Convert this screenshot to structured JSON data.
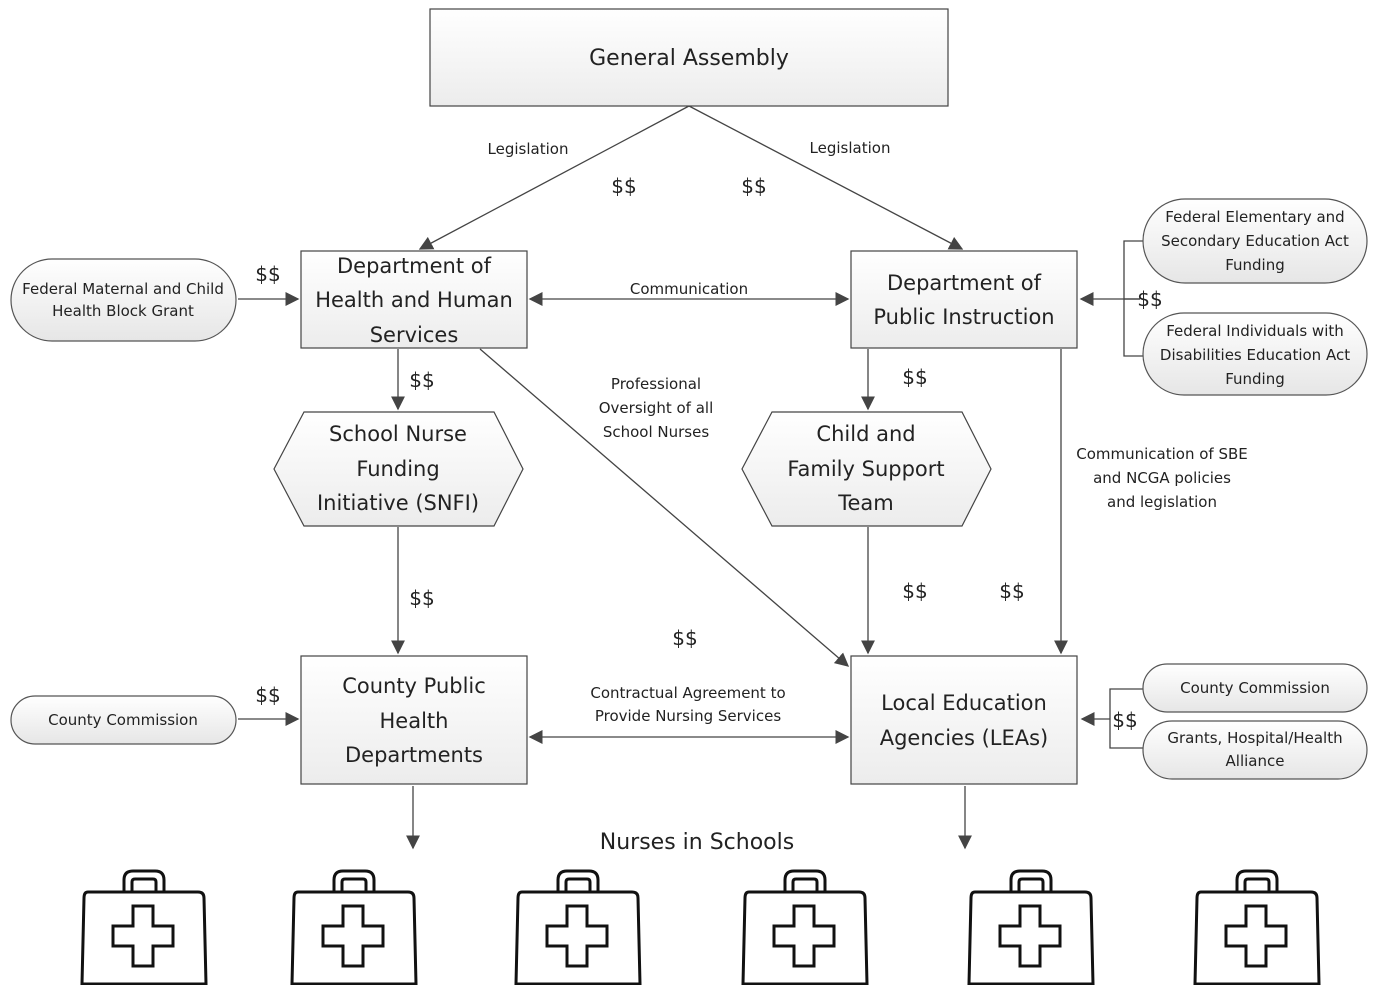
{
  "nodes": {
    "general_assembly": "General Assembly",
    "dhhs": [
      "Department of",
      "Health and Human",
      "Services"
    ],
    "dpi": [
      "Department of",
      "Public Instruction"
    ],
    "snfi": [
      "School Nurse",
      "Funding",
      "Initiative (SNFI)"
    ],
    "cfst": [
      "Child and",
      "Family Support",
      "Team"
    ],
    "county_health": [
      "County Public",
      "Health",
      "Departments"
    ],
    "leas": [
      "Local Education",
      "Agencies (LEAs)"
    ]
  },
  "external_sources": {
    "federal_mch": [
      "Federal Maternal and Child",
      "Health Block Grant"
    ],
    "federal_esea": [
      "Federal Elementary and",
      "Secondary Education Act",
      "Funding"
    ],
    "federal_idea": [
      "Federal Individuals with",
      "Disabilities Education Act",
      "Funding"
    ],
    "county_commission_left": "County Commission",
    "county_commission_right": "County Commission",
    "grants": [
      "Grants, Hospital/Health",
      "Alliance"
    ]
  },
  "edge_labels": {
    "legislation_left": "Legislation",
    "legislation_right": "Legislation",
    "communication": "Communication",
    "professional_oversight": [
      "Professional",
      "Oversight of all",
      "School Nurses"
    ],
    "communication_sbe": [
      "Communication of SBE",
      "and NCGA policies",
      "and legislation"
    ],
    "contractual": [
      "Contractual Agreement to",
      "Provide Nursing Services"
    ],
    "money": "$$"
  },
  "nurses_title": "Nurses in Schools",
  "icons": [
    "medical-bag-icon",
    "medical-bag-icon",
    "medical-bag-icon",
    "medical-bag-icon",
    "medical-bag-icon",
    "medical-bag-icon"
  ]
}
